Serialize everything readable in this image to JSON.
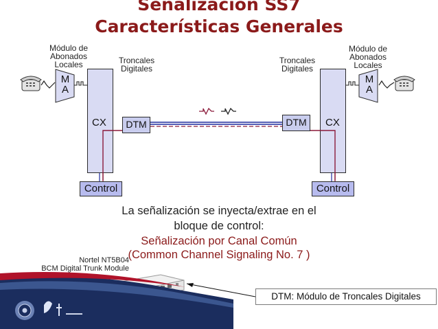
{
  "title": "Señalización SS7",
  "subtitle": "Características Generales",
  "labels": {
    "ma_left": [
      "Módulo de",
      "Abonados",
      "Locales"
    ],
    "ma_right": [
      "Módulo de",
      "Abonados",
      "Locales"
    ],
    "trunk_left": [
      "Troncales",
      "Digitales"
    ],
    "trunk_right": [
      "Troncales",
      "Digitales"
    ],
    "ma_box": [
      "M",
      "A"
    ],
    "cx": "CX",
    "dtm": "DTM",
    "control": "Control"
  },
  "main_text": {
    "line1": "La señalización se inyecta/extrae en el",
    "line2": "bloque de control:",
    "line3": "Señalización por Canal Común",
    "line4": "(Common Channel Signaling No. 7 )"
  },
  "device": {
    "line1": "Nortel NT5B04",
    "line2": "BCM Digital Trunk Module"
  },
  "callout": "DTM: Módulo de Troncales Digitales",
  "colors": {
    "title": "#8b1a1a",
    "signal_text": "#8b1a1a",
    "link_blue": "#1f2a9e",
    "link_red": "#8b1a3a"
  },
  "icons": [
    "telephone-icon",
    "analog-wave-icon",
    "digital-pulse-icon",
    "signal-wave-icon",
    "university-seal-logo",
    "faculty-logo"
  ]
}
